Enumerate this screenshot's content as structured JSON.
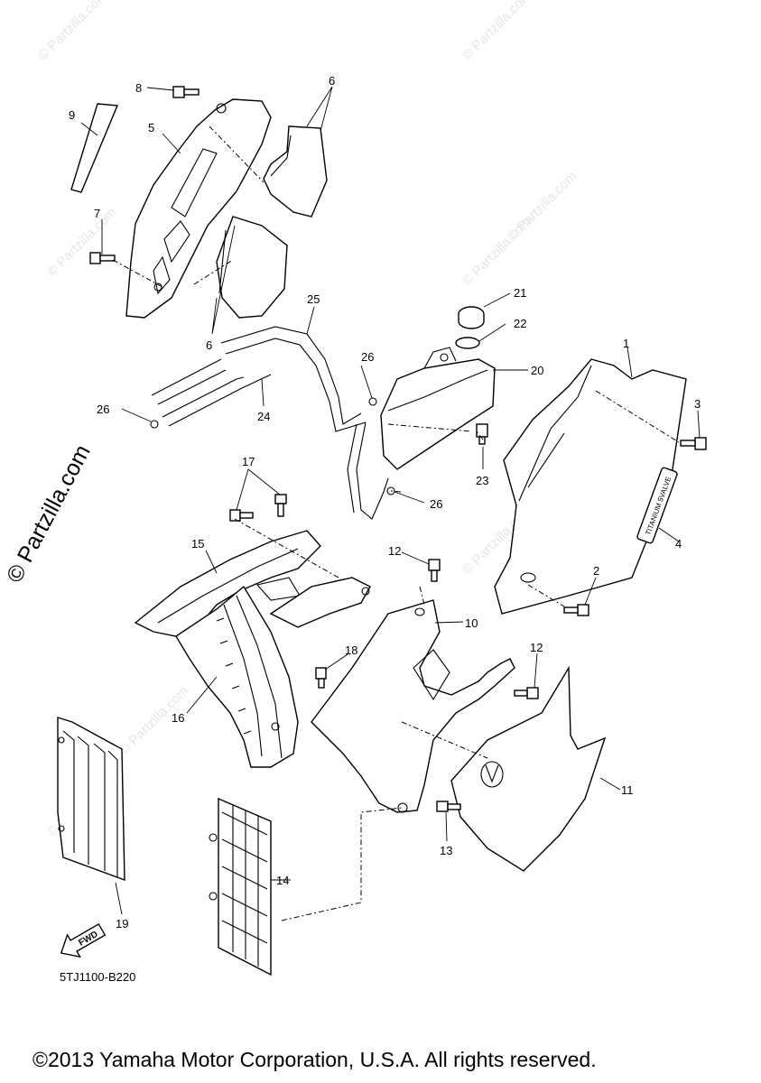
{
  "watermark": {
    "side": "© Partzilla.com",
    "tile": "© Partzilla.com"
  },
  "callouts": [
    "1",
    "2",
    "3",
    "4",
    "5",
    "6",
    "6",
    "7",
    "8",
    "9",
    "10",
    "11",
    "12",
    "12",
    "13",
    "14",
    "15",
    "16",
    "17",
    "18",
    "19",
    "20",
    "21",
    "22",
    "23",
    "24",
    "25",
    "26",
    "26",
    "26"
  ],
  "diagram_code": "5TJ1100-B220",
  "fwd_label": "FWD",
  "emblem_text": "TITANIUM 5VALVE",
  "copyright": "©2013 Yamaha Motor Corporation, U.S.A. All rights reserved."
}
